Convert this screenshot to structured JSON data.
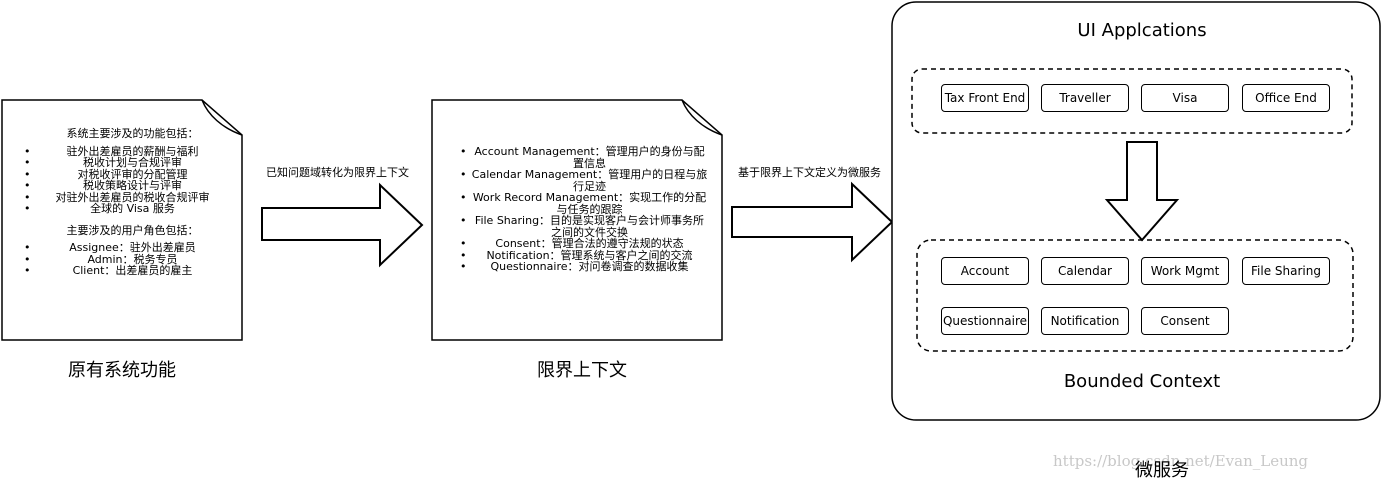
{
  "doc1": {
    "title": "系统主要涉及的功能包括：",
    "items": [
      "驻外出差雇员的薪酬与福利",
      "税收计划与合规评审",
      "对税收评审的分配管理",
      "税收策略设计与评审",
      "对驻外出差雇员的税收合规评审",
      "全球的 Visa 服务"
    ],
    "roles_title": "主要涉及的用户角色包括：",
    "roles": [
      "Assignee：驻外出差雇员",
      "Admin：税务专员",
      "Client：出差雇员的雇主"
    ],
    "caption": "原有系统功能"
  },
  "arrow1_label": "已知问题域转化为限界上下文",
  "doc2": {
    "items": [
      [
        "Account Management：管理用户的身份与配",
        "置信息"
      ],
      [
        "Calendar Management：管理用户的日程与旅",
        "行足迹"
      ],
      [
        "Work Record Management：实现工作的分配",
        "与任务的跟踪"
      ],
      [
        "File Sharing：目的是实现客户与会计师事务所",
        "之间的文件交换"
      ],
      [
        "Consent：管理合法的遵守法规的状态"
      ],
      [
        "Notification：管理系统与客户之间的交流"
      ],
      [
        "Questionnaire：对问卷调查的数据收集"
      ]
    ],
    "caption": "限界上下文"
  },
  "arrow2_label": "基于限界上下文定义为微服务",
  "panel": {
    "title": "UI Applcations",
    "ui_apps": [
      "Tax Front End",
      "Traveller",
      "Visa",
      "Office End"
    ],
    "contexts": [
      "Account",
      "Calendar",
      "Work Mgmt",
      "File Sharing",
      "Questionnaire",
      "Notification",
      "Consent"
    ],
    "context_label": "Bounded Context",
    "caption": "微服务"
  },
  "watermark": "https://blog.csdn.net/Evan_Leung"
}
